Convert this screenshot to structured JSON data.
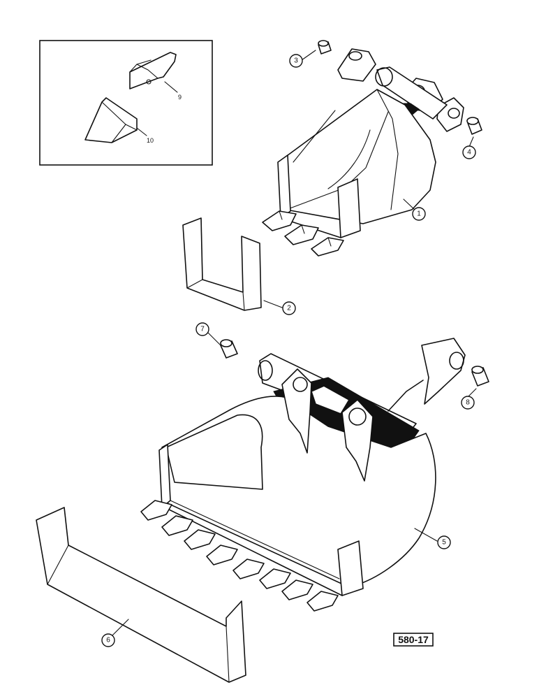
{
  "callouts": [
    {
      "id": "1",
      "label": "1"
    },
    {
      "id": "2",
      "label": "2"
    },
    {
      "id": "3",
      "label": "3"
    },
    {
      "id": "4",
      "label": "4"
    },
    {
      "id": "5",
      "label": "5"
    },
    {
      "id": "6",
      "label": "6"
    },
    {
      "id": "7",
      "label": "7"
    },
    {
      "id": "8",
      "label": "8"
    },
    {
      "id": "9",
      "label": "9"
    },
    {
      "id": "10",
      "label": "10"
    }
  ],
  "figure_code": "580-17"
}
